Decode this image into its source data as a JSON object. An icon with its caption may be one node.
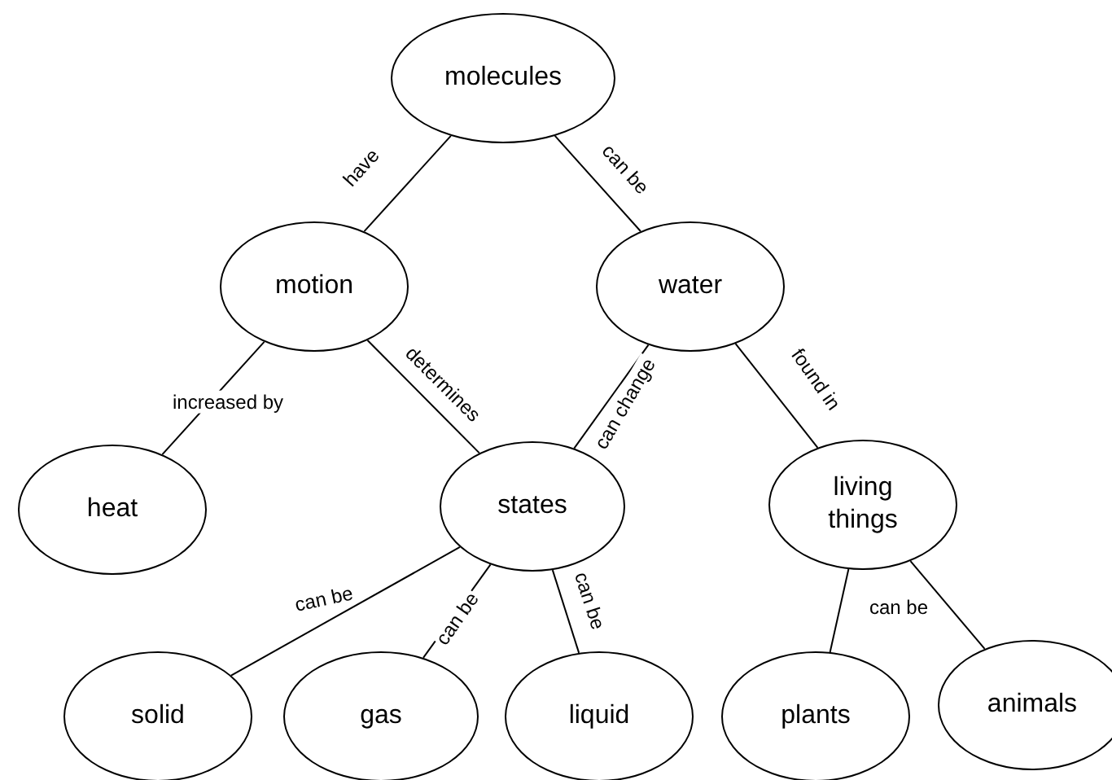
{
  "diagram": {
    "nodes": [
      {
        "text": [
          "molecules"
        ]
      },
      {
        "text": [
          "motion"
        ]
      },
      {
        "text": [
          "water"
        ]
      },
      {
        "text": [
          "heat"
        ]
      },
      {
        "text": [
          "states"
        ]
      },
      {
        "text": [
          "living things"
        ]
      },
      {
        "text": [
          "solid"
        ]
      },
      {
        "text": [
          "gas"
        ]
      },
      {
        "text": [
          "liquid"
        ]
      },
      {
        "text": [
          "plants"
        ]
      },
      {
        "text": [
          "animals"
        ]
      }
    ],
    "edges": [
      {
        "from": 0,
        "to": 1,
        "arrow": "none",
        "label": "have"
      },
      {
        "from": 0,
        "to": 2,
        "arrow": "none",
        "label": "can be"
      },
      {
        "from": 1,
        "to": 3,
        "arrow": "none",
        "label": "increased by"
      },
      {
        "from": 1,
        "to": 4,
        "arrow": "none",
        "label": "determines"
      },
      {
        "from": 2,
        "to": 4,
        "arrow": "none",
        "label": "can change"
      },
      {
        "from": 2,
        "to": 5,
        "arrow": "none",
        "label": "found in"
      },
      {
        "from": 4,
        "to": 6,
        "arrow": "none",
        "label": "can be"
      },
      {
        "from": 4,
        "to": 7,
        "arrow": "none",
        "label": "can be"
      },
      {
        "from": 4,
        "to": 8,
        "arrow": "none",
        "label": "can be"
      },
      {
        "from": 5,
        "to": 9,
        "arrow": "none"
      },
      {
        "from": 5,
        "to": 10,
        "arrow": "none",
        "label": "can be"
      }
    ]
  }
}
